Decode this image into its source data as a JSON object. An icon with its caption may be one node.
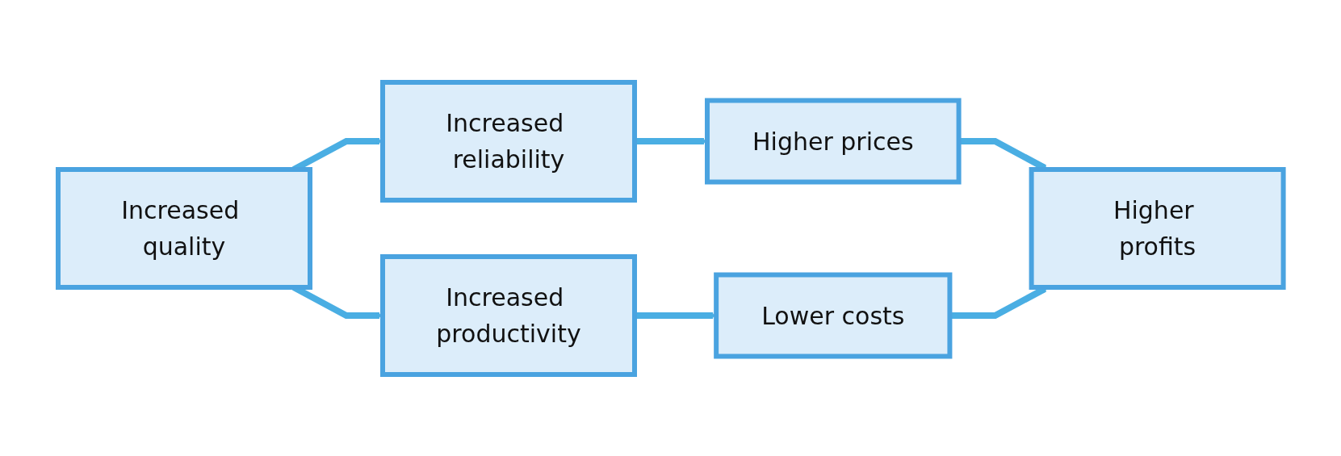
{
  "diagram": {
    "nodes": [
      {
        "text": [
          "Increased quality"
        ]
      },
      {
        "text": [
          "Increased reliability"
        ]
      },
      {
        "text": [
          "Higher prices"
        ]
      },
      {
        "text": [
          "Increased productivity"
        ]
      },
      {
        "text": [
          "Lower costs"
        ]
      },
      {
        "text": [
          "Higher profits"
        ]
      }
    ],
    "edges": [
      {
        "from": 0,
        "to": 1,
        "arrow": "to"
      },
      {
        "from": 0,
        "to": 3,
        "arrow": "to"
      },
      {
        "from": 1,
        "to": 2,
        "arrow": "to"
      },
      {
        "from": 3,
        "to": 4,
        "arrow": "to"
      },
      {
        "from": 2,
        "to": 5,
        "arrow": "to"
      },
      {
        "from": 4,
        "to": 5,
        "arrow": "to"
      }
    ]
  }
}
